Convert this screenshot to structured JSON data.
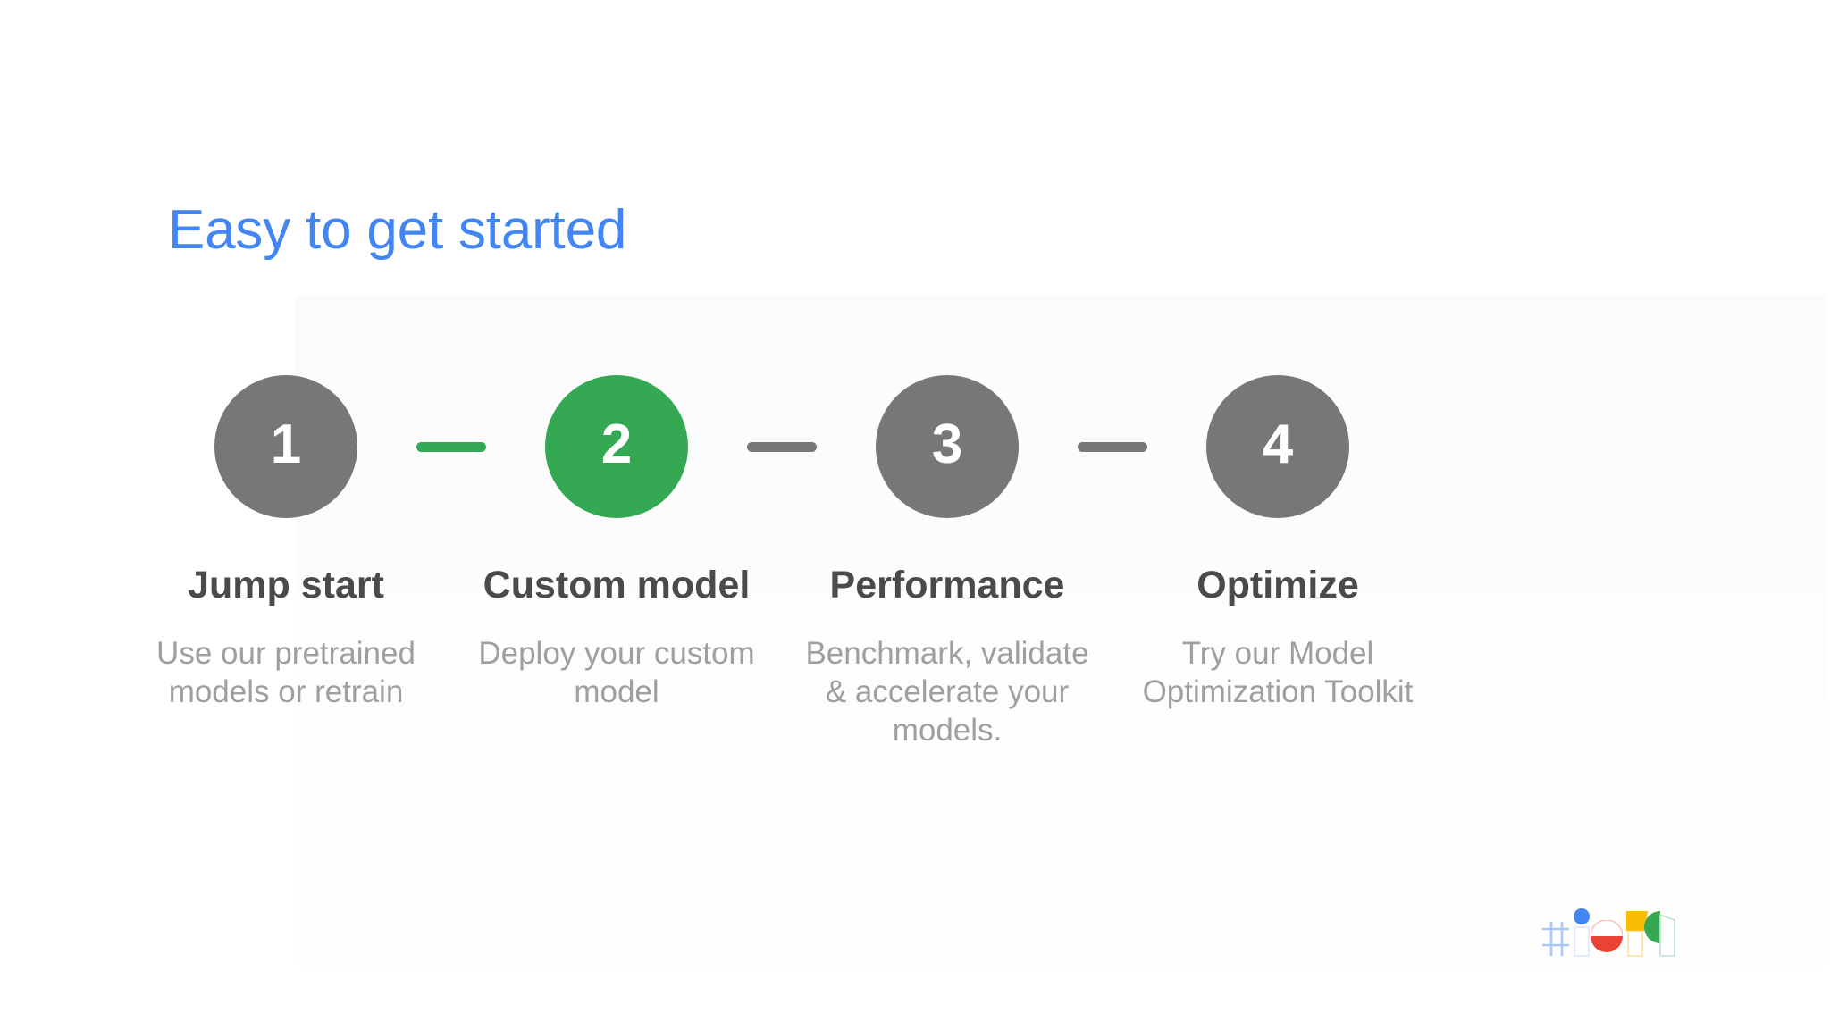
{
  "slide": {
    "title": "Easy to get started",
    "background_color": "#ffffff",
    "title_color": "#4285F4"
  },
  "colors": {
    "blue": "#4285F4",
    "green": "#34A853",
    "gray": "#77777a",
    "heading_gray": "#4a4a4c",
    "body_gray": "#9e9fa1",
    "yellow": "#FBBC04",
    "red": "#EA4335"
  },
  "steps": [
    {
      "number": "1",
      "title": "Jump start",
      "description": "Use our pretrained models or retrain",
      "circle_color": "#77777a",
      "state": "inactive"
    },
    {
      "number": "2",
      "title": "Custom model",
      "description": "Deploy your custom model",
      "circle_color": "#34A853",
      "state": "active"
    },
    {
      "number": "3",
      "title": "Performance",
      "description": "Benchmark, validate & accelerate your models.",
      "circle_color": "#77777a",
      "state": "inactive"
    },
    {
      "number": "4",
      "title": "Optimize",
      "description": "Try our Model Optimization Toolkit",
      "circle_color": "#77777a",
      "state": "inactive"
    }
  ],
  "connectors": [
    {
      "color": "#34A853"
    },
    {
      "color": "#77777a"
    },
    {
      "color": "#77777a"
    }
  ],
  "logo": {
    "name": "google-io-logo",
    "alt": "Google I/O"
  }
}
